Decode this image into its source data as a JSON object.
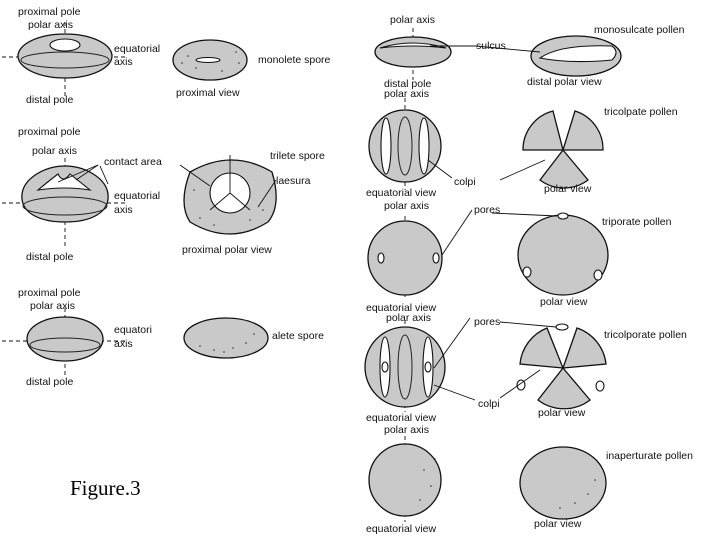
{
  "labels": {
    "proximal_pole_1": "proximal pole",
    "polar_axis_1": "polar axis",
    "equatorial_axis_1": "equatorial",
    "axis_1": "axis",
    "distal_pole_1": "distal pole",
    "monolete_spore": "monolete spore",
    "proximal_view": "proximal view",
    "proximal_pole_2": "proximal pole",
    "polar_axis_2": "polar axis",
    "contact_area": "contact area",
    "equatorial_axis_2": "equatorial",
    "axis_2": "axis",
    "distal_pole_2": "distal pole",
    "trilete_spore": "trilete spore",
    "laesura": "laesura",
    "proximal_polar_view": "proximal polar view",
    "proximal_pole_3": "proximal pole",
    "polar_axis_3": "polar axis",
    "equatori": "equatori",
    "axis_3": "axis",
    "distal_pole_3": "distal pole",
    "alete_spore": "alete spore",
    "polar_axis_r1": "polar axis",
    "sulcus": "sulcus",
    "monosulcate_pollen": "monosulcate pollen",
    "distal_pole_r": "distal pole",
    "distal_polar_view": "distal polar view",
    "polar_axis_r2": "polar axis",
    "tricolpate_pollen": "tricolpate pollen",
    "colpi_1": "colpi",
    "equatorial_view_1": "equatorial view",
    "polar_view_1": "polar view",
    "polar_axis_r3": "polar axis",
    "pores_1": "pores",
    "triporate_pollen": "triporate pollen",
    "equatorial_view_2": "equatorial view",
    "polar_view_2": "polar view",
    "polar_axis_r4": "polar axis",
    "pores_2": "pores",
    "tricolporate_pollen": "tricolporate pollen",
    "colpi_2": "colpi",
    "equatorial_view_3": "equatorial view",
    "polar_view_3": "polar view",
    "polar_axis_r5": "polar axis",
    "inaperturate_pollen": "inaperturate pollen",
    "equatorial_view_4": "equatorial view",
    "polar_view_4": "polar view"
  },
  "figure_caption": "Figure.3",
  "colors": {
    "grain_fill": "#c9c9c9",
    "outline": "#111111"
  }
}
